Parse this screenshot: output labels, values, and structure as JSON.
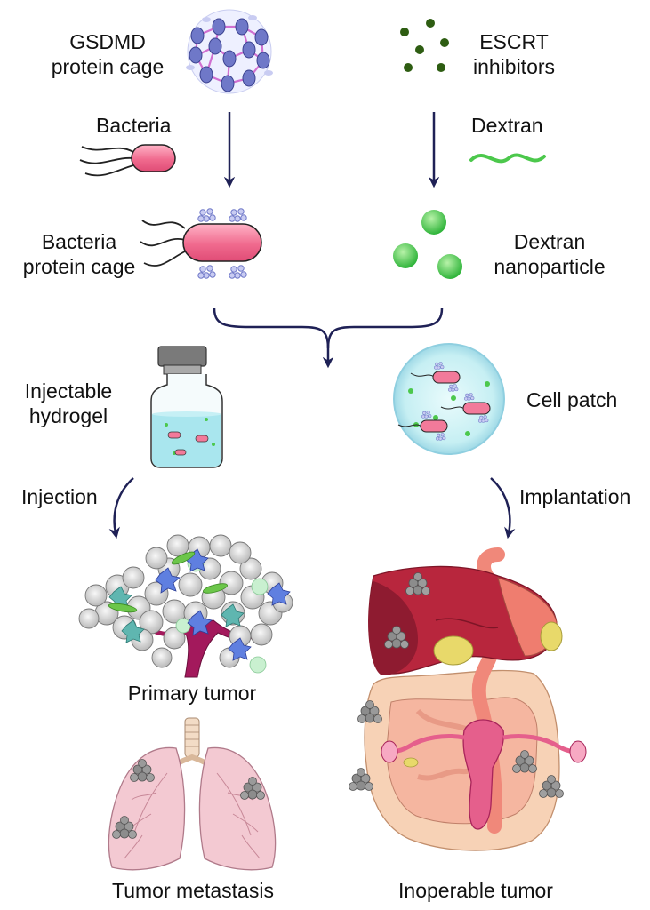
{
  "left_inputs": {
    "cage_line1": "GSDMD",
    "cage_line2": "protein cage",
    "bacteria": "Bacteria"
  },
  "right_inputs": {
    "escrt_line1": "ESCRT",
    "escrt_line2": "inhibitors",
    "dextran": "Dextran"
  },
  "products": {
    "bpc_line1": "Bacteria",
    "bpc_line2": "protein cage",
    "dnp_line1": "Dextran",
    "dnp_line2": "nanoparticle"
  },
  "formulations": {
    "hydrogel_line1": "Injectable",
    "hydrogel_line2": "hydrogel",
    "patch": "Cell patch"
  },
  "routes": {
    "injection": "Injection",
    "implantation": "Implantation"
  },
  "targets": {
    "primary": "Primary tumor",
    "metastasis": "Tumor metastasis",
    "inoperable": "Inoperable tumor"
  },
  "colors": {
    "arrow": "#1f2156",
    "bacteria_pink": "#f27a9a",
    "cage_blue": "#6f78c8",
    "escrt_green": "#2e5d12",
    "dextran_green": "#4cc84c",
    "hydrogel_cyan": "#bdeef2",
    "liver_red": "#b8263d",
    "lung_pink": "#f3c9d2"
  },
  "icons": [
    "protein-cage-icon",
    "bacterium-icon",
    "dextran-strand-icon",
    "vial-icon",
    "cell-patch-icon",
    "tumor-icon",
    "lungs-icon",
    "abdominal-organs-icon"
  ]
}
